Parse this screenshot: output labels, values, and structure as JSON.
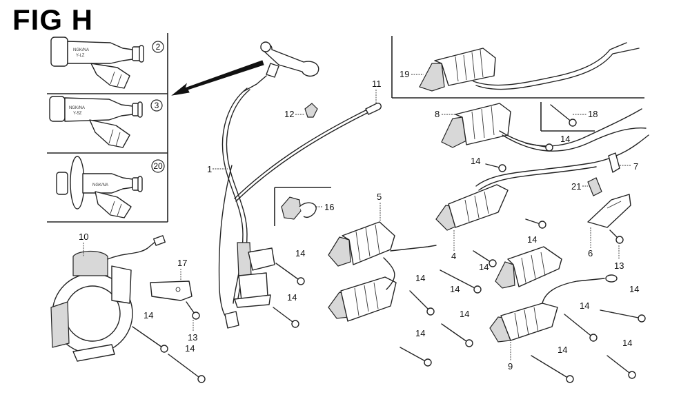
{
  "figure": {
    "title": "FIG H"
  },
  "inset_panel": {
    "variants": [
      {
        "ref": "2",
        "cap_text_line1": "NGK/NA",
        "cap_text_line2": "Y-LZ"
      },
      {
        "ref": "3",
        "cap_text_line1": "NGK/NA",
        "cap_text_line2": "Y-5Z"
      },
      {
        "ref": "20",
        "cap_text_line1": "NGK/NA",
        "cap_text_line2": ""
      }
    ]
  },
  "callouts": {
    "c1": "1",
    "c4": "4",
    "c5": "5",
    "c6": "6",
    "c7": "7",
    "c8": "8",
    "c9": "9",
    "c10": "10",
    "c11": "11",
    "c12": "12",
    "c13a": "13",
    "c13b": "13",
    "c14": "14",
    "c16": "16",
    "c17": "17",
    "c18": "18",
    "c19": "19",
    "c21": "21"
  },
  "bolt_callout_label": "14"
}
